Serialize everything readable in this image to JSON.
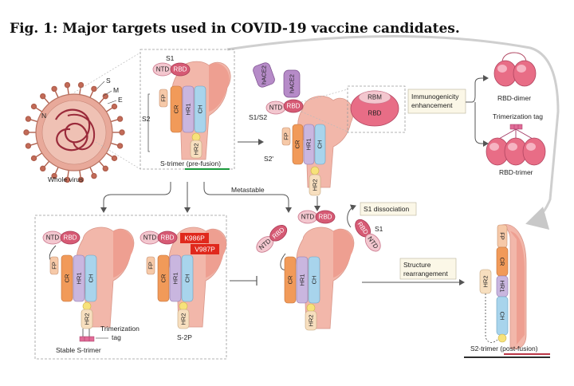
{
  "figure": {
    "title": "Fig. 1: Major targets used in COVID-19 vaccine candidates."
  },
  "virus": {
    "caption": "Whole virus",
    "label_n": "N",
    "label_s": "S",
    "label_m": "M",
    "label_e": "E"
  },
  "s_trimer": {
    "label_s1": "S1",
    "label_s2": "S2",
    "ntd": "NTD",
    "rbd": "RBD",
    "fp": "FP",
    "cr": "CR",
    "hr1": "HR1",
    "ch": "CH",
    "hr2": "HR2",
    "caption": "S-trimer (pre-fusion)"
  },
  "ace2_complex": {
    "hace2_a": "hACE2",
    "hace2_b": "hACE2",
    "s1s2": "S1/S2",
    "s2prime": "S2'",
    "ntd": "NTD",
    "rbd": "RBD",
    "fp": "FP",
    "cr": "CR",
    "hr1": "HR1",
    "ch": "CH",
    "hr2": "HR2"
  },
  "rbd_detail": {
    "rbm": "RBM",
    "rbd": "RBD",
    "note_line1": "Immunogenicity",
    "note_line2": "enhancement",
    "dimer_caption": "RBD-dimer",
    "trimer_tag_label": "Trimerization tag",
    "trimer_caption": "RBD-trimer"
  },
  "transitions": {
    "metastable": "Metastable",
    "s1_dissociation": "S1 dissociation",
    "s1_label": "S1",
    "structure_line1": "Structure",
    "structure_line2": "rearrangement"
  },
  "stable_trimer": {
    "ntd": "NTD",
    "rbd": "RBD",
    "fp": "FP",
    "cr": "CR",
    "hr1": "HR1",
    "ch": "CH",
    "hr2": "HR2",
    "tag_line1": "Trimerization",
    "tag_line2": "tag",
    "caption": "Stable S-trimer"
  },
  "s2p": {
    "ntd": "NTD",
    "rbd": "RBD",
    "fp": "FP",
    "cr": "CR",
    "hr1": "HR1",
    "ch": "CH",
    "hr2": "HR2",
    "mut1": "K986P",
    "mut2": "V987P",
    "caption": "S-2P"
  },
  "intermediate": {
    "ntd_top": "NTD",
    "rbd_top": "RBD",
    "ntd_left": "NTD",
    "rbd_left": "RBD",
    "cr": "CR",
    "hr1": "HR1",
    "ch": "CH",
    "hr2": "HR2",
    "diss_rbd": "RBD",
    "diss_ntd": "NTD"
  },
  "postfusion": {
    "hr2": "HR2",
    "ch": "CH",
    "hr1": "HR1",
    "cr": "CR",
    "fp": "FP",
    "caption": "S2-trimer (post-fusion)"
  },
  "colors": {
    "spike_body": "#f2b7aa",
    "ntd": "#f3c7cf",
    "rbd": "#d65a74",
    "cr": "#f19a59",
    "hr1": "#c9b6df",
    "ch": "#a8d4ec",
    "hr2": "#f7dfbf",
    "fp": "#f6c9a8",
    "hace2": "#b68bc8",
    "mutation": "#e0281c",
    "tag": "#e06b96",
    "underline_green": "#1a9a3c",
    "underline_red": "#b01a2c"
  }
}
